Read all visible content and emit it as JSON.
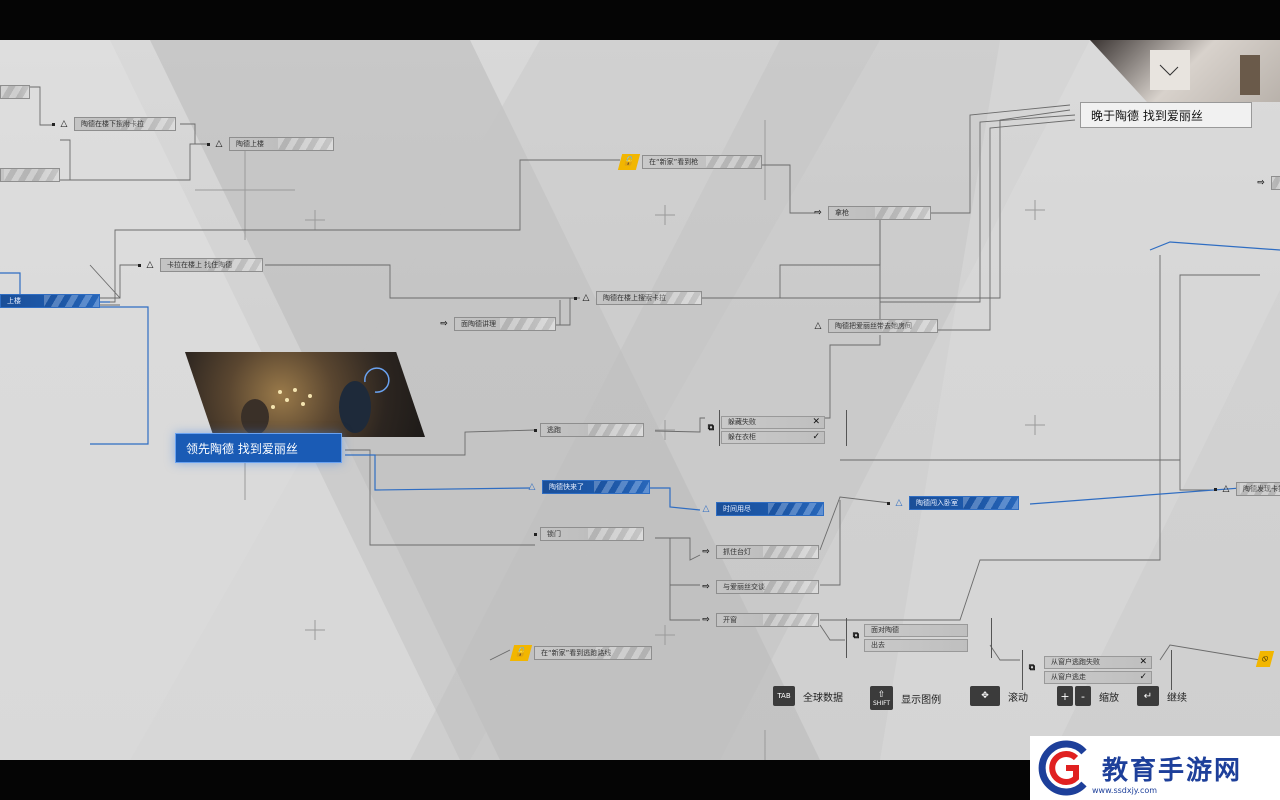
{
  "colors": {
    "accent_blue": "#1d5aad",
    "gold": "#f2b600",
    "bg": "#d4d4d4",
    "line": "#6b6b6b"
  },
  "chapters": {
    "main": "领先陶德 找到爱丽丝",
    "alt": "晚于陶德 找到爱丽丝"
  },
  "nodes": {
    "n_xiaolou": "陶德在楼下搜附卡拉",
    "n_shanglou_top": "陶德上楼",
    "n_kala": "卡拉在楼上 找住陶德",
    "n_shanglou": "上楼",
    "n_xinjia_gun": "在“新家”看到枪",
    "n_gun": "拿枪",
    "n_search_kara": "陶德在楼上搜索卡拉",
    "n_hide": "面陶德讲理",
    "n_todd_room": "陶德把爱丽丝带去她房间",
    "n_escape": "逃跑",
    "n_todd_coming": "陶德快来了",
    "n_time": "时间用尽",
    "n_todd_enter": "陶德闯入卧室",
    "n_lock": "锁门",
    "n_catch": "抓住台灯",
    "n_talk": "与爱丽丝交谈",
    "n_window": "开窗",
    "n_xinjia_route": "在“新家”看到逃跑路线",
    "n_kara_found": "陶德发现卡拉"
  },
  "choices": {
    "hide_fail": "躲藏失败",
    "hide_closet": "躲在衣柜",
    "face_todd": "面对陶德",
    "go_out": "出去",
    "window_fail": "从窗户逃跑失败",
    "window_escape": "从窗户逃走"
  },
  "legend": {
    "tab_key": "TAB",
    "tab_label": "全球数据",
    "shift_key": "SHIFT",
    "shift_label": "显示图例",
    "scroll_label": "滚动",
    "zoom_plus": "+",
    "zoom_minus": "-",
    "zoom_label": "缩放",
    "continue_label": "继续"
  },
  "watermark": {
    "text": "教育手游网",
    "url": "www.ssdxjy.com"
  },
  "icons": {
    "triangle": "△",
    "arrow": "⇨",
    "lock": "🔓",
    "cross": "✕",
    "check": "✓",
    "choice": "⧉"
  }
}
